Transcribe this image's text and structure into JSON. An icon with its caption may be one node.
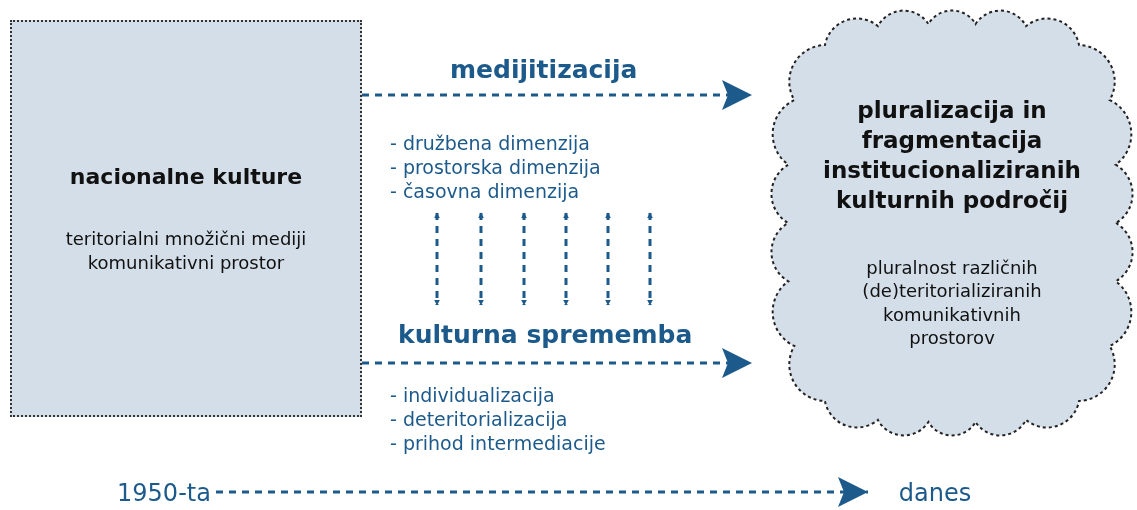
{
  "diagram": {
    "nodes": [
      {
        "text": [
          "nacionalne kulture",
          "teritorialni množični mediji komunikativni prostor"
        ]
      },
      {
        "text": [
          "pluralizacija in fragmentacija institucionaliziranih kulturnih področij",
          "pluralnost različnih (de)teritorializiranih komunikativnih prostorov"
        ]
      },
      {
        "text": [
          "- družbena dimenzija",
          "- prostorska dimenzija",
          "- časovna dimenzija"
        ]
      },
      {
        "text": [
          "- individualizacija",
          "- deteritorializacija",
          "- prihod intermediacije"
        ]
      },
      {
        "text": [
          "1950-ta"
        ]
      },
      {
        "text": [
          "danes"
        ]
      }
    ],
    "edges": [
      {
        "from": 0,
        "to": 1,
        "arrow": "to",
        "label": "medijitizacija",
        "style": "dashed"
      },
      {
        "from": 0,
        "to": 1,
        "arrow": "to",
        "label": "kulturna sprememba",
        "style": "dashed"
      },
      {
        "from": 2,
        "to": 3,
        "arrow": "both",
        "style": "dashed"
      },
      {
        "from": 2,
        "to": 3,
        "arrow": "both",
        "style": "dashed"
      },
      {
        "from": 2,
        "to": 3,
        "arrow": "both",
        "style": "dashed"
      },
      {
        "from": 2,
        "to": 3,
        "arrow": "both",
        "style": "dashed"
      },
      {
        "from": 2,
        "to": 3,
        "arrow": "both",
        "style": "dashed"
      },
      {
        "from": 2,
        "to": 3,
        "arrow": "both",
        "style": "dashed"
      },
      {
        "from": 4,
        "to": 5,
        "arrow": "to",
        "style": "dashed"
      }
    ]
  }
}
